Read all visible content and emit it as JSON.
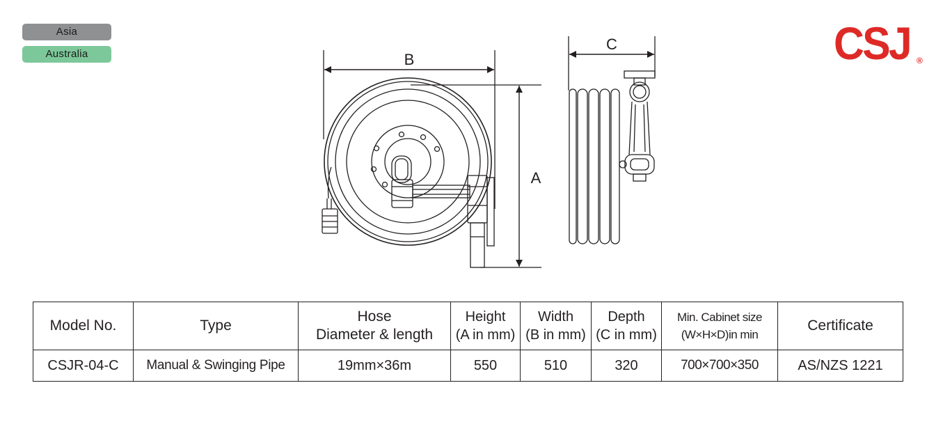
{
  "regions": [
    {
      "label": "Asia",
      "color": "#8f9092"
    },
    {
      "label": "Australia",
      "color": "#7dc89a"
    }
  ],
  "brand": {
    "logo_text": "CSJ",
    "registered_mark": "®",
    "color": "#de2a26"
  },
  "drawing": {
    "dimension_labels": {
      "a": "A",
      "b": "B",
      "c": "C"
    }
  },
  "table": {
    "headers": [
      {
        "lines": [
          "Model No."
        ]
      },
      {
        "lines": [
          "Type"
        ]
      },
      {
        "lines": [
          "Hose",
          "Diameter & length"
        ]
      },
      {
        "lines": [
          "Height",
          "(A in mm)"
        ]
      },
      {
        "lines": [
          "Width",
          "(B in mm)"
        ]
      },
      {
        "lines": [
          "Depth",
          "(C in mm)"
        ]
      },
      {
        "lines": [
          "Min. Cabinet size",
          "(W×H×D)in min"
        ]
      },
      {
        "lines": [
          "Certificate"
        ]
      }
    ],
    "rows": [
      [
        "CSJR-04-C",
        "Manual & Swinging Pipe",
        "19mm×36m",
        "550",
        "510",
        "320",
        "700×700×350",
        "AS/NZS 1221"
      ]
    ]
  }
}
